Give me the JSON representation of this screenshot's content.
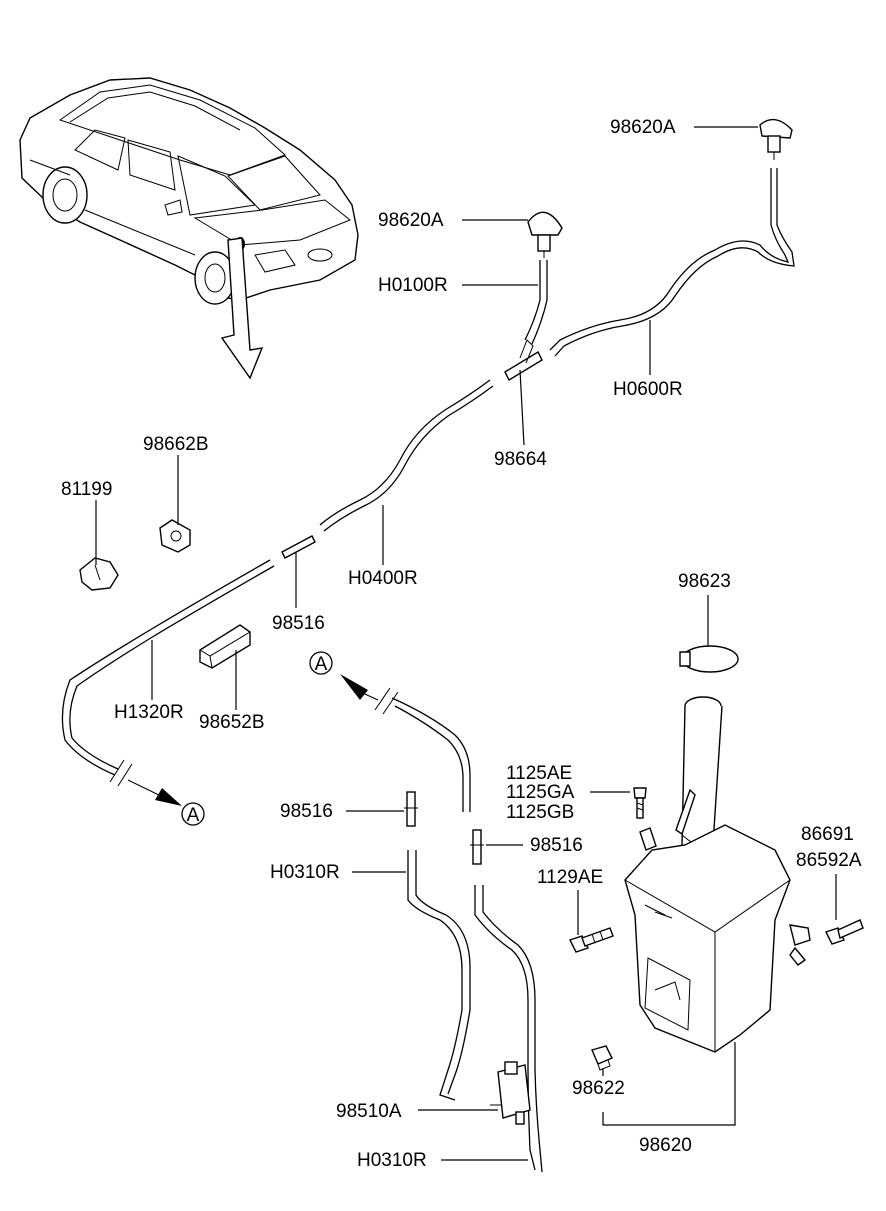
{
  "labels": {
    "p98620A_top": "98620A",
    "p98620A_mid": "98620A",
    "pH0100R": "H0100R",
    "pH0600R": "H0600R",
    "p98664": "98664",
    "p98662B": "98662B",
    "p81199": "81199",
    "pH0400R": "H0400R",
    "p98516_a": "98516",
    "pH1320R": "H1320R",
    "p98652B": "98652B",
    "p98623": "98623",
    "p1125AE": "1125AE",
    "p1125GA": "1125GA",
    "p1125GB": "1125GB",
    "p98516_b": "98516",
    "p98516_c": "98516",
    "p86691": "86691",
    "p86592A": "86592A",
    "pH0310R_a": "H0310R",
    "p1129AE": "1129AE",
    "p98510A": "98510A",
    "p98622": "98622",
    "p98620": "98620",
    "pH0310R_b": "H0310R",
    "ref_A_1": "A",
    "ref_A_2": "A"
  }
}
